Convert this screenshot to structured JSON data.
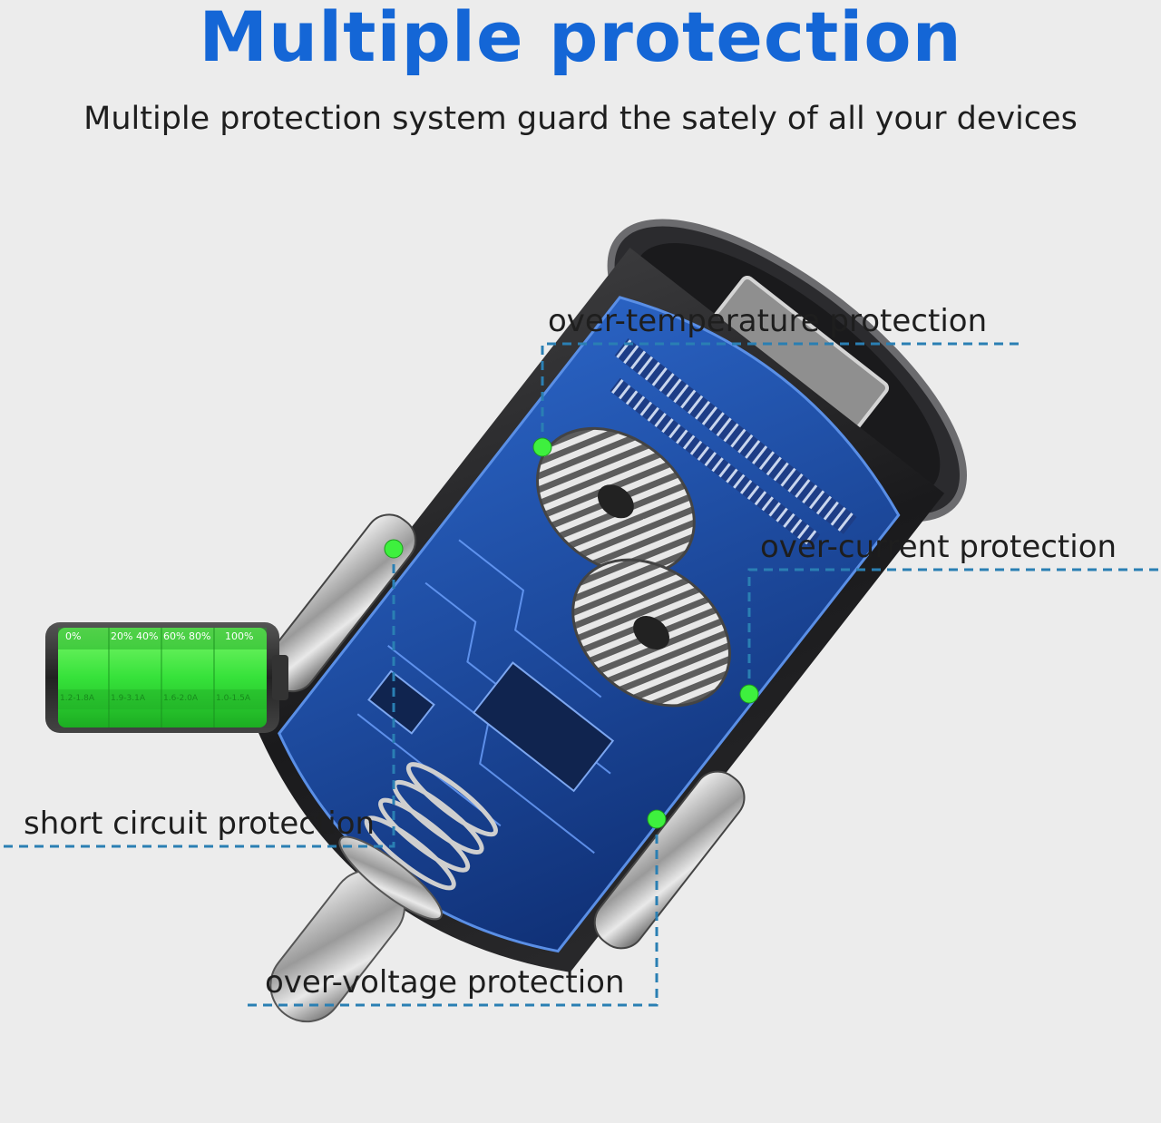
{
  "title": "Multiple protection",
  "subtitle": "Multiple protection system guard the sately of all your devices",
  "callouts": {
    "over_temperature": "over-temperature protection",
    "over_current": "over-current protection",
    "short_circuit": "short circuit protection",
    "over_voltage": "over-voltage protection"
  },
  "battery": {
    "percent_labels": [
      "0%",
      "20% 40%",
      "60% 80%",
      "100%"
    ],
    "current_labels": [
      "1.2-1.8A",
      "1.9-3.1A",
      "1.6-2.0A",
      "1.0-1.5A"
    ]
  },
  "colors": {
    "title": "#1466d6",
    "callout_line": "#2a7fb3",
    "marker": "#3ef03e",
    "battery_green": "#39e641",
    "circuit_blue": "#1e4fa8"
  }
}
